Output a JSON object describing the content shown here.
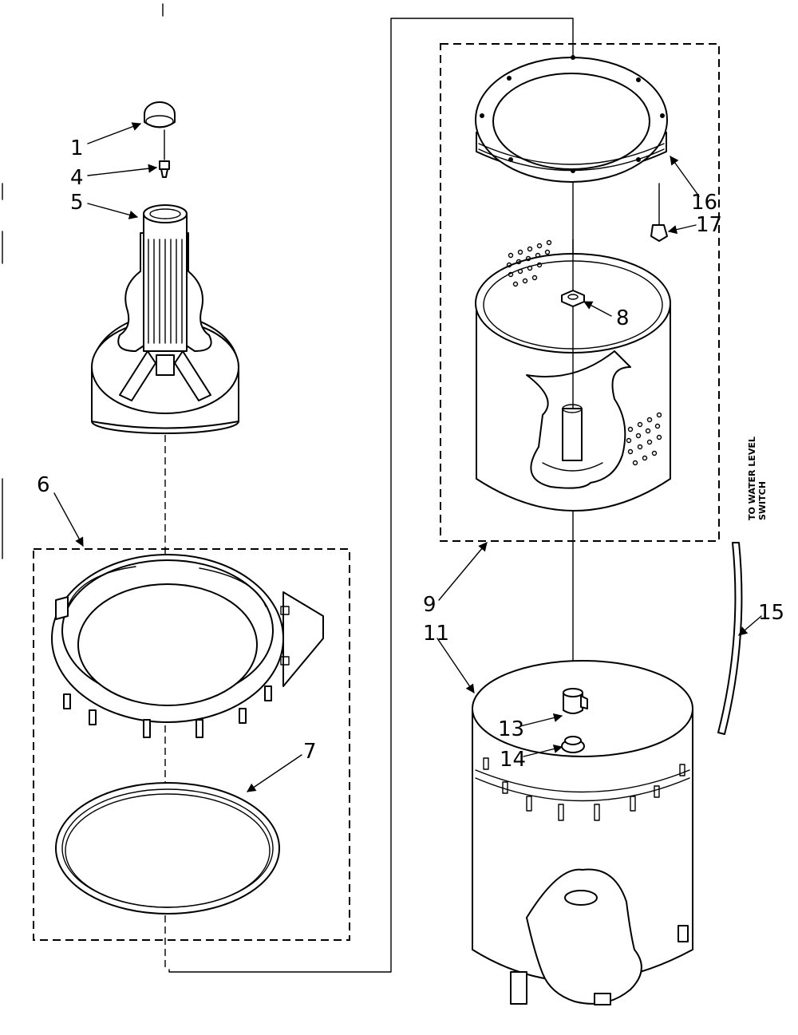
{
  "callouts": {
    "c1": "1",
    "c4": "4",
    "c5": "5",
    "c6": "6",
    "c7": "7",
    "c8": "8",
    "c9": "9",
    "c11": "11",
    "c13": "13",
    "c14": "14",
    "c15": "15",
    "c16": "16",
    "c17": "17"
  },
  "notes": {
    "water_level_line1": "TO WATER LEVEL",
    "water_level_line2": "SWITCH"
  }
}
